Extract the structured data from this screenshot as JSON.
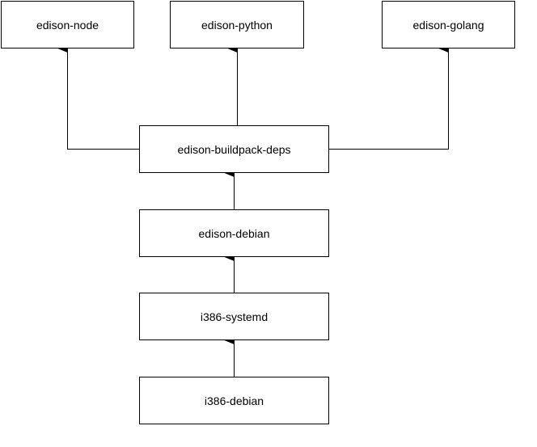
{
  "diagram": {
    "nodes": {
      "edison_node": "edison-node",
      "edison_python": "edison-python",
      "edison_golang": "edison-golang",
      "edison_buildpack_deps": "edison-buildpack-deps",
      "edison_debian": "edison-debian",
      "i386_systemd": "i386-systemd",
      "i386_debian": "i386-debian"
    },
    "edges": [
      {
        "from": "i386-debian",
        "to": "i386-systemd"
      },
      {
        "from": "i386-systemd",
        "to": "edison-debian"
      },
      {
        "from": "edison-debian",
        "to": "edison-buildpack-deps"
      },
      {
        "from": "edison-buildpack-deps",
        "to": "edison-node"
      },
      {
        "from": "edison-buildpack-deps",
        "to": "edison-python"
      },
      {
        "from": "edison-buildpack-deps",
        "to": "edison-golang"
      }
    ],
    "colors": {
      "line": "#000000",
      "box_border": "#000000",
      "background": "#ffffff"
    }
  }
}
